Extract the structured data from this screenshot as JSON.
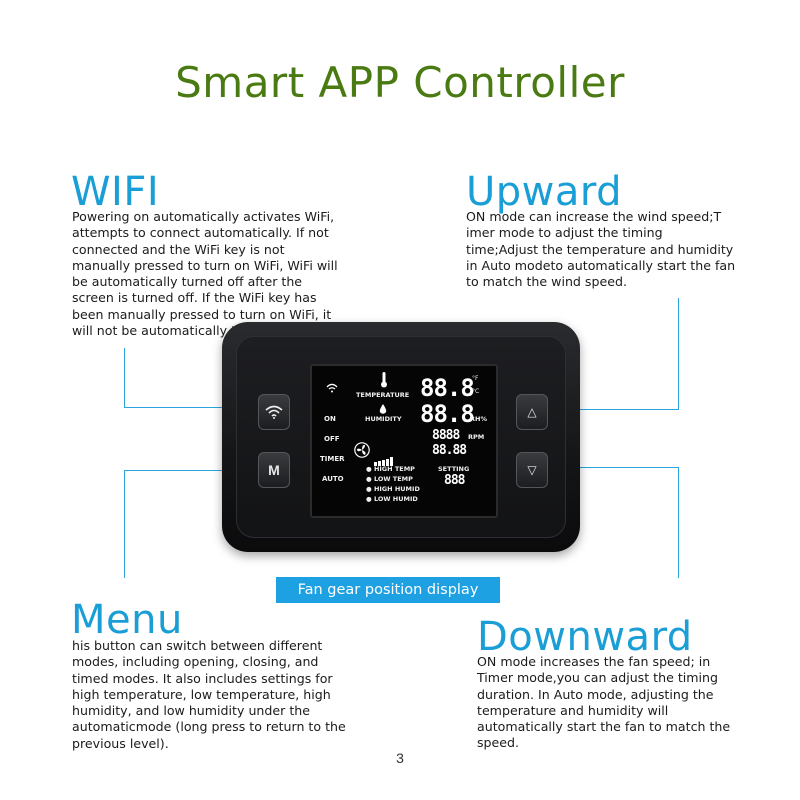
{
  "title": "Smart APP Controller",
  "sections": {
    "wifi": {
      "heading": "WIFI",
      "body": "Powering on automatically activates WiFi, attempts to connect automatically. If not connected and the WiFi key is not manually pressed to turn on WiFi, WiFi will be automatically turned off after the screen is turned off. If the WiFi key has been manually pressed to turn on WiFi, it will not be automatically turned off."
    },
    "upward": {
      "heading": "Upward",
      "body": "ON mode can increase the wind speed;T imer mode to adjust the timing time;Adjust the temperature and humidity in Auto modeto automatically start the fan to match the wind speed."
    },
    "menu": {
      "heading": "Menu",
      "body": "his button can switch between different modes, including opening, closing, and timed modes. It also includes settings for high temperature, low temperature, high humidity, and low humidity under the automaticmode (long press to return to the previous level)."
    },
    "downward": {
      "heading": "Downward",
      "body": "ON mode increases the fan speed; in Timer mode,you can adjust the timing duration. In Auto mode, adjusting the temperature and humidity will automatically start the fan to match the speed."
    }
  },
  "device": {
    "menu_key": "M",
    "up_key": "△",
    "down_key": "▽",
    "lcd": {
      "modes": [
        "ON",
        "OFF",
        "TIMER",
        "AUTO"
      ],
      "temperature_label": "TEMPERATURE",
      "humidity_label": "HUMIDITY",
      "temp_value": "88.8",
      "temp_unit_f": "°F",
      "temp_unit_c": "°C",
      "humid_value": "88.8",
      "humid_unit": "RH%",
      "rpm_value": "8888",
      "rpm_unit": "RPM",
      "time_value": "88.88",
      "alarms": [
        "HIGH TEMP",
        "LOW TEMP",
        "HIGH HUMID",
        "LOW HUMID"
      ],
      "setting_label": "SETTING",
      "setting_value": "888"
    }
  },
  "caption": "Fan gear position display",
  "page_number": "3",
  "colors": {
    "title": "#4a7a12",
    "heading": "#1a9ed6",
    "accent": "#1da1e3"
  }
}
